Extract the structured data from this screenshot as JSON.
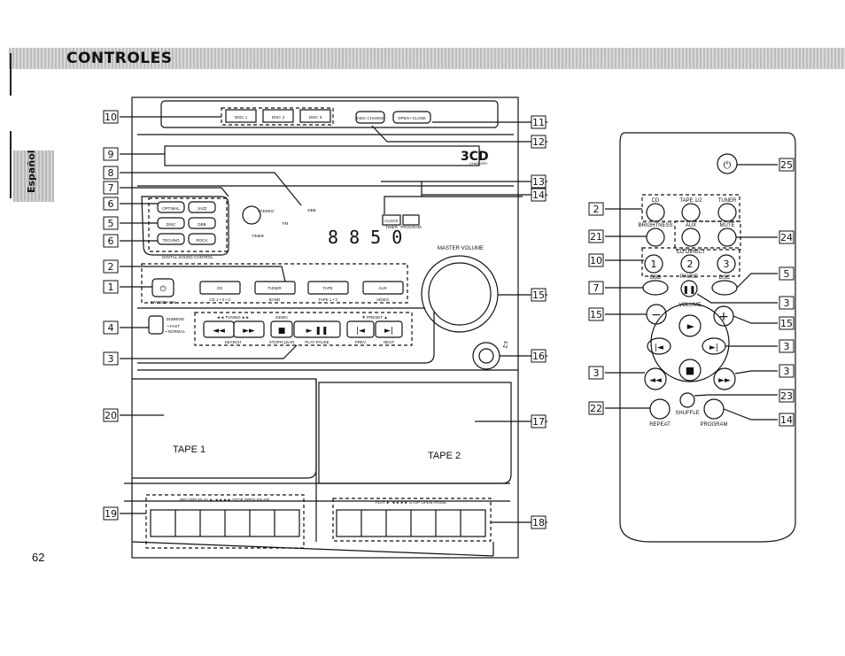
{
  "header": {
    "title": "CONTROLES",
    "side_tab": "Español"
  },
  "page_number": "62",
  "unit": {
    "disc_buttons": [
      "DISC 1",
      "DISC 2",
      "DISC 3"
    ],
    "disc_change": "DISC CHANGE",
    "open_close": "OPEN • CLOSE",
    "logo": "3CD",
    "logo_sub": "CHANGER",
    "optimal": "OPTIMAL",
    "jazz": "JAZZ",
    "disc": "DISC",
    "dbb": "DBB",
    "techno": "TECHNO",
    "rock": "ROCK",
    "digital_sound_control": "DIGITAL SOUND CONTROL",
    "timer": "TIMER",
    "stereo": "STEREO",
    "fm": "FM",
    "dbb_ind": "DBB",
    "display": "8 8 5 0",
    "clock": "CLOCK",
    "timer_btn": "TIMER",
    "program": "PROGRAM",
    "master_volume": "MASTER VOLUME",
    "standby_on": "STANDBY ON",
    "sources": [
      "CD",
      "TUNER",
      "TAPE",
      "AUX"
    ],
    "source_subs": [
      "CD 1 • 2 • 3",
      "BAND",
      "TAPE 1 • 2",
      "VIDEO"
    ],
    "dubbing": "DUBBING",
    "fast": "• FAST",
    "normal": "• NORMAL",
    "tuning": "◄◄  TUNING  ►►",
    "search": "SEARCH",
    "demo": "DEMO",
    "stop_clear": "STOP•CLEAR",
    "play_pause": "PLAY   PAUSE",
    "preset": "▼  PRESET  ▲",
    "prev": "PREV",
    "next": "NEXT",
    "tape1": "TAPE 1",
    "tape2": "TAPE 2",
    "deck1_keys": "RECORD    PLAY ►    ◄◄    ►►    STOP OPEN    PAUSE",
    "deck2_keys": "PLAY ►    ◄◄    ►►    STOP OPEN    PAUSE"
  },
  "remote": {
    "cd": "CD",
    "tape12": "TAPE 1/2",
    "tuner": "TUNER",
    "brightness": "BRIGHTNESS",
    "aux": "AUX",
    "mute": "MUTE",
    "cd_direct": "CD DIRECT",
    "digits": [
      "1",
      "2",
      "3"
    ],
    "dbb": "DBB",
    "pause": "PAUSE",
    "dsc": "DSC",
    "volume": "VOLUME",
    "shuffle": "SHUFFLE",
    "repeat": "REPEAT",
    "program": "PROGRAM"
  },
  "callouts": {
    "c10a": "10",
    "c11": "11",
    "c12": "12",
    "c9": "9",
    "c8": "8",
    "c7": "7",
    "c6a": "6",
    "c5a": "5",
    "c6b": "6",
    "c13": "13",
    "c14": "14",
    "c2a": "2",
    "c1": "1",
    "c15a": "15",
    "c4": "4",
    "c3a": "3",
    "c16": "16",
    "c20": "20",
    "c17": "17",
    "c19": "19",
    "c18": "18",
    "r25": "25",
    "r2": "2",
    "r21": "21",
    "r24": "24",
    "r10": "10",
    "r5": "5",
    "r7": "7",
    "r3a": "3",
    "r15a": "15",
    "r15b": "15",
    "r3b": "3",
    "r3c": "3",
    "r3d": "3",
    "r23": "23",
    "r22": "22",
    "r14": "14"
  }
}
